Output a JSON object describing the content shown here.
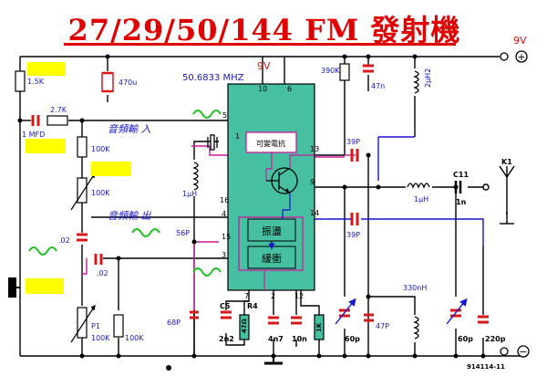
{
  "title": "27/29/50/144 FM 發射機",
  "supply": {
    "top_label": "9V",
    "ic_label": "9V"
  },
  "frequency_label": "50.6833 MHZ",
  "audio_in_label": "音頻輸 入",
  "audio_out_label": "音頻輸 出",
  "ic_blocks": {
    "vco": "可變電抗",
    "osc": "振盪",
    "buffer": "緩衝"
  },
  "ic_pins": [
    "10",
    "6",
    "5",
    "1",
    "13",
    "9",
    "16",
    "4",
    "14",
    "15",
    "3",
    "7",
    "2",
    "12"
  ],
  "components": {
    "r_1k5": "1.5K",
    "r_2k7": "2.7K",
    "c_1mfd": "1 MFD",
    "r_100k_a": "100K",
    "pot_100k_a": "100K",
    "c_02_a": ".02",
    "c_02_b": ".02",
    "pot_p1": "P1",
    "pot_100k_b": "100K",
    "r_100k_b": "100K",
    "c_470u": "470u",
    "r_390k": "390K",
    "c_47n": "47n",
    "l_2uh2": "2μH2",
    "l_1uh_a": "1μH",
    "c_56p": "56P",
    "c_68p": "68P",
    "c_39p_a": "39P",
    "c_39p_b": "39P",
    "l_1uh_b": "1μH",
    "c11": "C11",
    "c11_val": "1n",
    "k1": "K1",
    "c5": "C5",
    "c5_val": "2n2",
    "r4": "R4",
    "r4_val": "47Ω",
    "c_4n7": "4n7",
    "c_10n": "10n",
    "r_1k": "1K",
    "c_60p_a": "60p",
    "c_47p": "47P",
    "l_330nh": "330nH",
    "c_60p_b": "60p",
    "c_220p": "220p"
  },
  "terminals": {
    "plus": "+",
    "minus": "−"
  },
  "part_number": "914114-11",
  "colors": {
    "title": "#e00000",
    "wire": "#000000",
    "blue_wire": "#1515d0",
    "magenta_wire": "#cc1aa0",
    "ic_body": "#46c0a0",
    "capacitor": "#d81818",
    "yellow": "#ffff00",
    "green_wave": "#20c020"
  }
}
